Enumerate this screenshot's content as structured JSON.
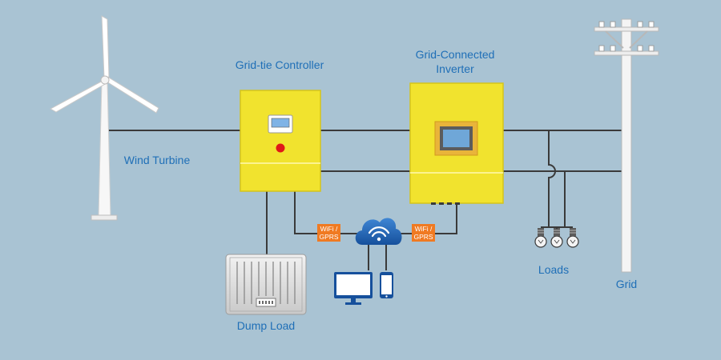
{
  "labels": {
    "wind_turbine": "Wind Turbine",
    "controller": "Grid-tie Controller",
    "inverter_line1": "Grid-Connected",
    "inverter_line2": "Inverter",
    "loads": "Loads",
    "grid": "Grid",
    "dump_load": "Dump Load"
  },
  "comm_tags": {
    "left_line1": "WiFi /",
    "left_line2": "GPRS",
    "right_line1": "WiFi /",
    "right_line2": "GPRS"
  },
  "colors": {
    "background": "#a9c3d3",
    "wire": "#3a3a3a",
    "device_yellow": "#f1e32e",
    "device_edge": "#d6c41a",
    "label_blue": "#1f6fb7",
    "tag_orange": "#f07a22",
    "cloud_blue": "#1c5aa8",
    "status_red": "#e01818"
  },
  "icons": {
    "turbine": "wind-turbine-icon",
    "cloud": "wifi-cloud-icon",
    "monitor": "desktop-monitor-icon",
    "phone": "smartphone-icon",
    "bulb": "light-bulb-icon",
    "pole": "utility-pole-icon"
  }
}
